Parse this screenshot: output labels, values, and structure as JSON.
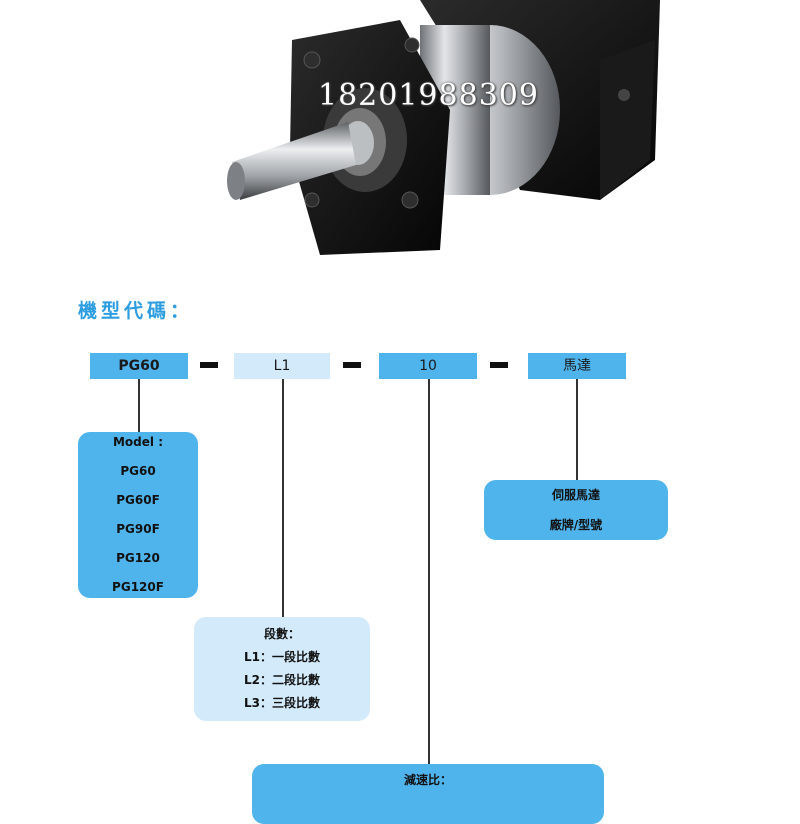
{
  "photo": {
    "watermark": "18201988309",
    "colors": {
      "body": "#141414",
      "ring": "#b9bcc0",
      "shaft": "#9fa3a8"
    }
  },
  "section_title": "機型代碼：",
  "code": {
    "model": "PG60",
    "stage": "L1",
    "ratio": "10",
    "motor": "馬達"
  },
  "model_box": {
    "title": "Model :",
    "items": [
      "PG60",
      "PG60F",
      "PG90F",
      "PG120",
      "PG120F"
    ]
  },
  "motor_box": {
    "items": [
      "伺服馬達",
      "廠牌/型號"
    ]
  },
  "stage_box": {
    "title": "段數：",
    "items": [
      "L1：一段比數",
      "L2：二段比數",
      "L3：三段比數"
    ]
  },
  "ratio_box": {
    "title": "減速比："
  },
  "colors": {
    "accent": "#2b9de0",
    "box_blue": "#4fb3ec",
    "box_light": "#d3eafb"
  }
}
